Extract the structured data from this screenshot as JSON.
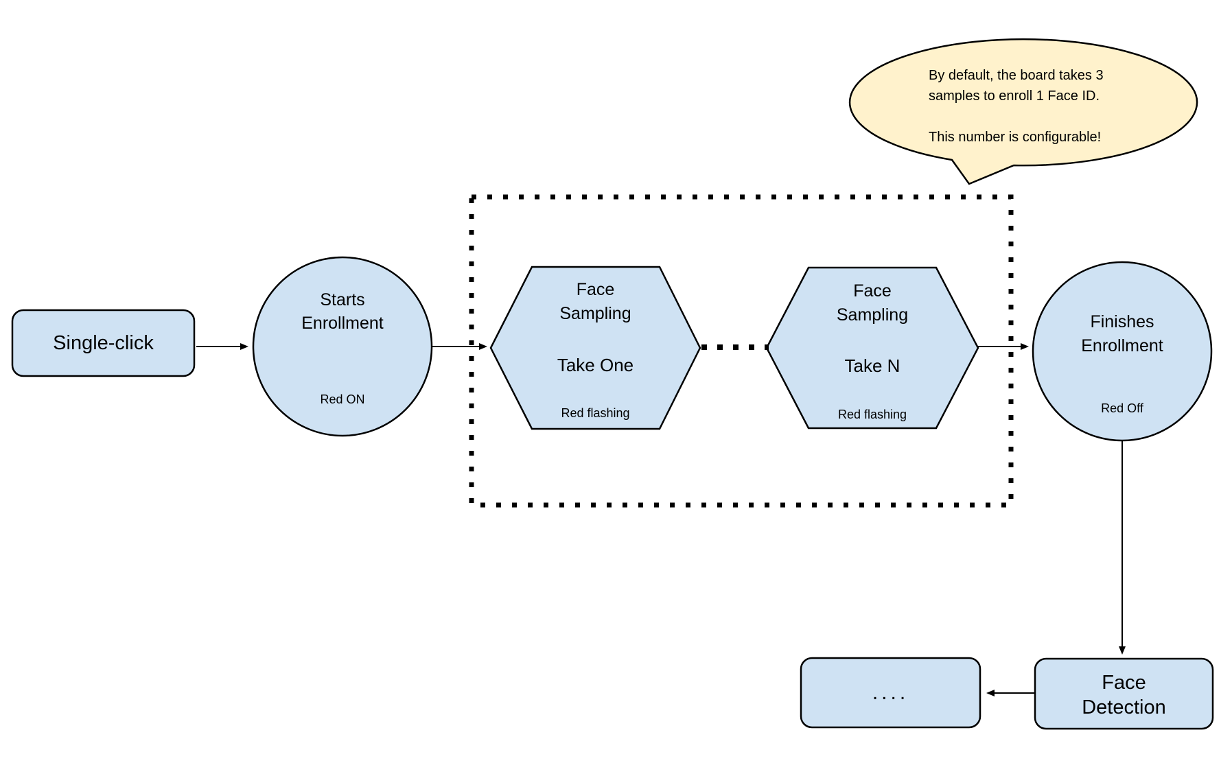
{
  "colors": {
    "shape_fill": "#cfe2f3",
    "shape_stroke": "#000000",
    "callout_fill": "#fff2cc",
    "background": "#ffffff"
  },
  "nodes": {
    "single_click": {
      "label": "Single-click"
    },
    "starts_enrollment": {
      "title": "Starts\nEnrollment",
      "status": "Red ON"
    },
    "sampling_one": {
      "title": "Face\nSampling",
      "take": "Take One",
      "status": "Red flashing"
    },
    "sampling_n": {
      "title": "Face\nSampling",
      "take": "Take N",
      "status": "Red flashing"
    },
    "finishes_enrollment": {
      "title": "Finishes\nEnrollment",
      "status": "Red Off"
    },
    "face_detection": {
      "label": "Face\nDetection"
    },
    "continuation": {
      "label": "...."
    }
  },
  "callout": {
    "text_primary": "By default, the board takes 3\nsamples to enroll 1 Face ID.",
    "text_secondary": "This number is configurable!"
  }
}
